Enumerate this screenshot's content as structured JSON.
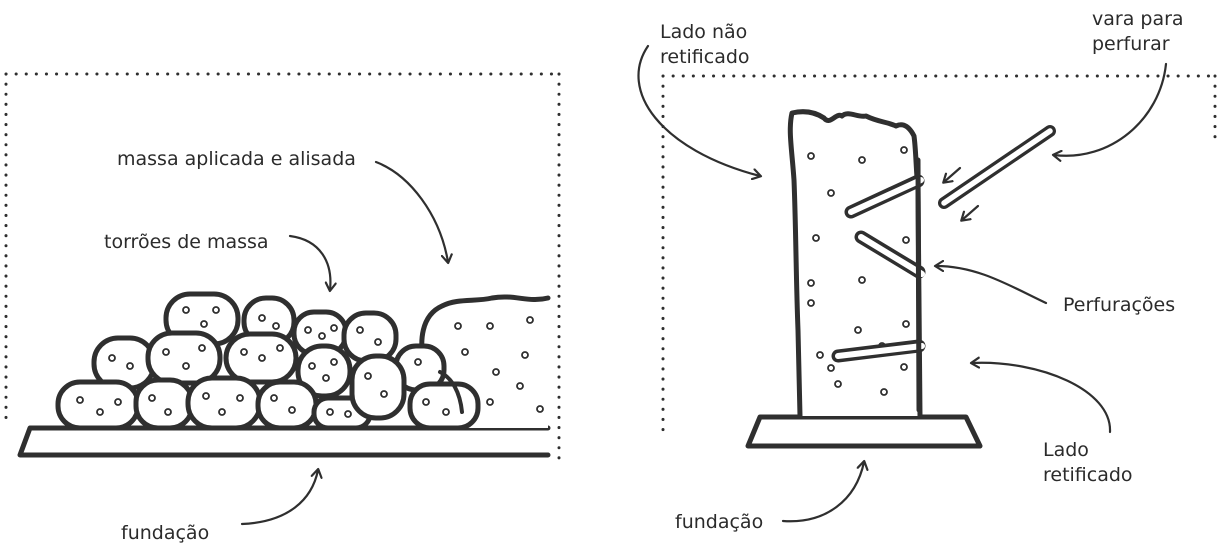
{
  "left_panel": {
    "label_smoothed": "massa aplicada e alisada",
    "label_clods": "torrões de massa",
    "label_foundation": "fundação"
  },
  "right_panel": {
    "label_unrectified_line1": "Lado não",
    "label_unrectified_line2": "retificado",
    "label_rod_line1": "vara para",
    "label_rod_line2": "perfurar",
    "label_perforations": "Perfurações",
    "label_rectified_line1": "Lado",
    "label_rectified_line2": "retificado",
    "label_foundation": "fundação"
  },
  "colors": {
    "ink": "#2f2f2f",
    "background": "#ffffff"
  }
}
